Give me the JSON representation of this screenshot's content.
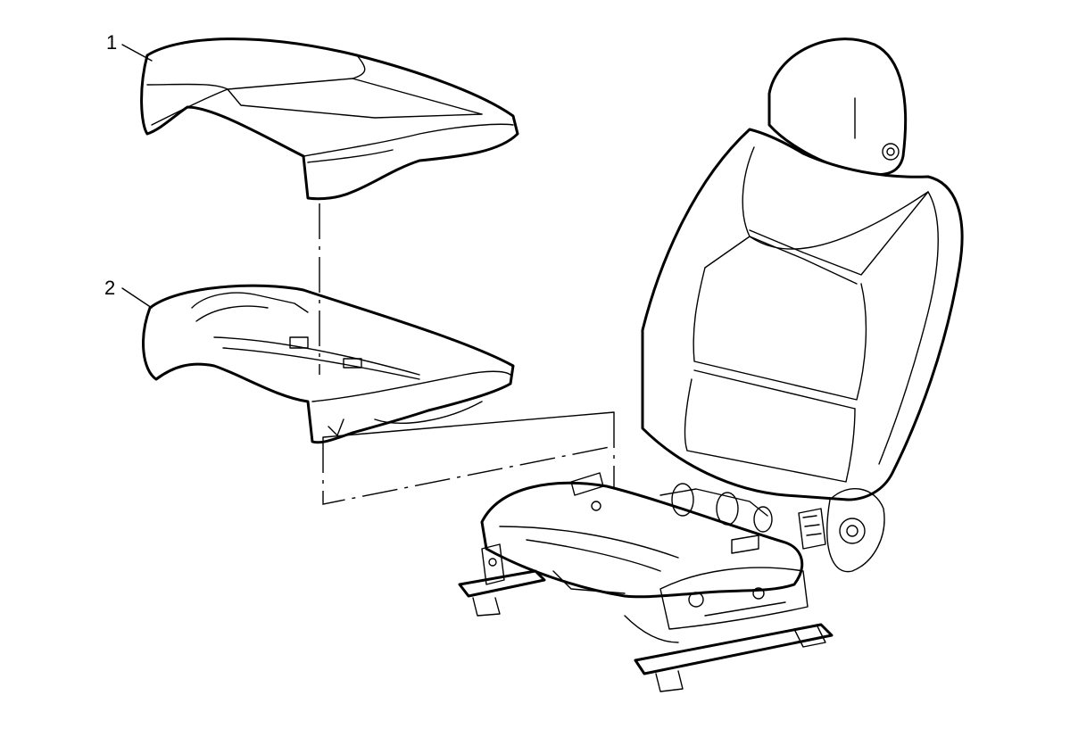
{
  "callouts": [
    {
      "number": "1"
    },
    {
      "number": "2"
    }
  ],
  "parts": [
    "seat-cushion-pad",
    "seat-cushion-frame-tray",
    "seat-assembly"
  ],
  "colors": {
    "line": "#000000",
    "background": "#ffffff"
  }
}
